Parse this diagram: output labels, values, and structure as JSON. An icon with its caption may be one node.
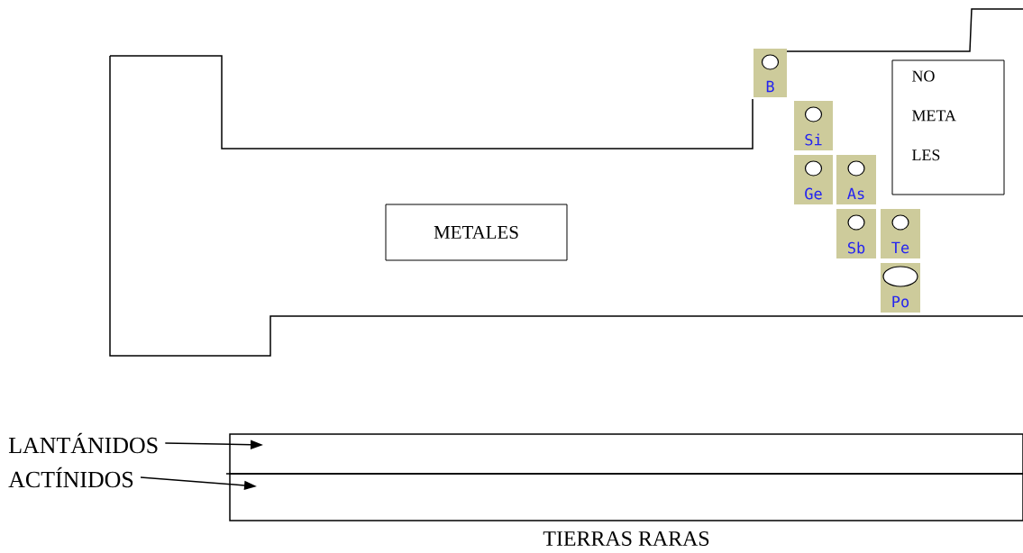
{
  "diagram": {
    "nodes": [
      {
        "text": [
          "METALES"
        ]
      },
      {
        "text": [
          "NO META LES"
        ]
      },
      {
        "text": [
          "B"
        ]
      },
      {
        "text": [
          "Si"
        ]
      },
      {
        "text": [
          "Ge"
        ]
      },
      {
        "text": [
          "As"
        ]
      },
      {
        "text": [
          "Sb"
        ]
      },
      {
        "text": [
          "Te"
        ]
      },
      {
        "text": [
          "Po"
        ]
      },
      {
        "text": [
          "LANTÁNIDOS"
        ]
      },
      {
        "text": [
          "ACTÍNIDOS"
        ]
      },
      {
        "text": [],
        "shape": "box"
      },
      {
        "text": [],
        "shape": "box"
      }
    ],
    "edges": [
      {
        "from": 9,
        "to": 11,
        "arrow": "to"
      },
      {
        "from": 10,
        "to": 12,
        "arrow": "to"
      }
    ],
    "labels": [
      "TIERRAS RARAS"
    ]
  }
}
